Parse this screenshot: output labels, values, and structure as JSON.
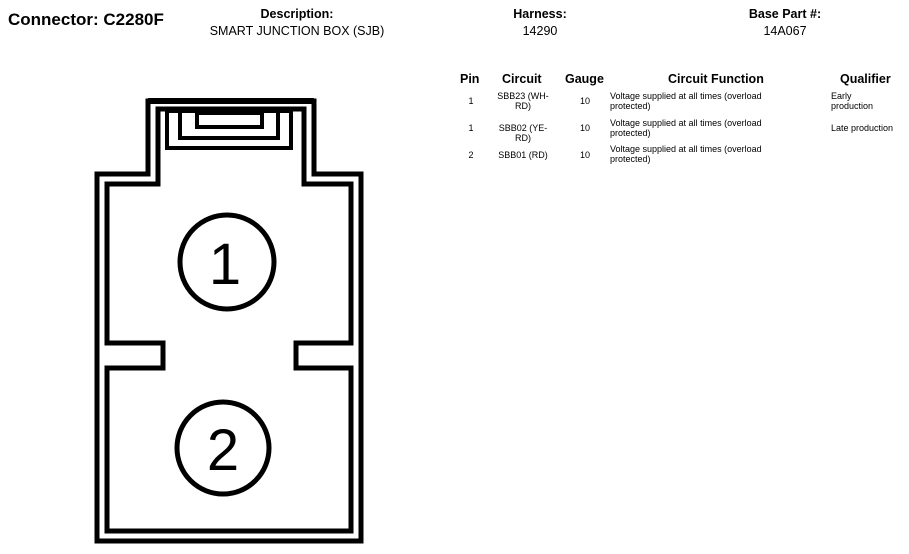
{
  "connector": {
    "title": "Connector: C2280F"
  },
  "header": {
    "description_label": "Description:",
    "description_value": "SMART JUNCTION BOX (SJB)",
    "harness_label": "Harness:",
    "harness_value": "14290",
    "base_part_label": "Base Part #:",
    "base_part_value": "14A067"
  },
  "table": {
    "headers": {
      "pin": "Pin",
      "circuit": "Circuit",
      "gauge": "Gauge",
      "function": "Circuit Function",
      "qualifier": "Qualifier"
    },
    "rows": [
      {
        "pin": "1",
        "circuit_line1": "SBB23 (WH-",
        "circuit_line2": "RD)",
        "gauge": "10",
        "function_line1": "Voltage supplied at all times (overload",
        "function_line2": "protected)",
        "qualifier_line1": "Early",
        "qualifier_line2": "production"
      },
      {
        "pin": "1",
        "circuit_line1": "SBB02 (YE-RD)",
        "circuit_line2": "",
        "gauge": "10",
        "function_line1": "Voltage supplied at all times (overload",
        "function_line2": "protected)",
        "qualifier_line1": "Late production",
        "qualifier_line2": ""
      },
      {
        "pin": "2",
        "circuit_line1": "SBB01 (RD)",
        "circuit_line2": "",
        "gauge": "10",
        "function_line1": "Voltage supplied at all times (overload",
        "function_line2": "protected)",
        "qualifier_line1": "",
        "qualifier_line2": ""
      }
    ]
  },
  "diagram": {
    "pin_labels": [
      "1",
      "2"
    ]
  }
}
